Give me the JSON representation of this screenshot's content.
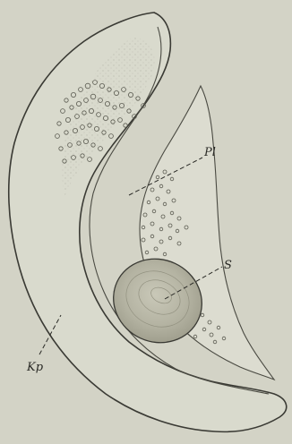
{
  "figure": {
    "labels": {
      "kp": "Kp",
      "pl": "Pl",
      "s": "S"
    },
    "colors": {
      "background": "#d3d3c6",
      "body_fill": "#d9dacd",
      "ink": "#3a3a34",
      "nucleus": "#b9b8a8"
    }
  }
}
